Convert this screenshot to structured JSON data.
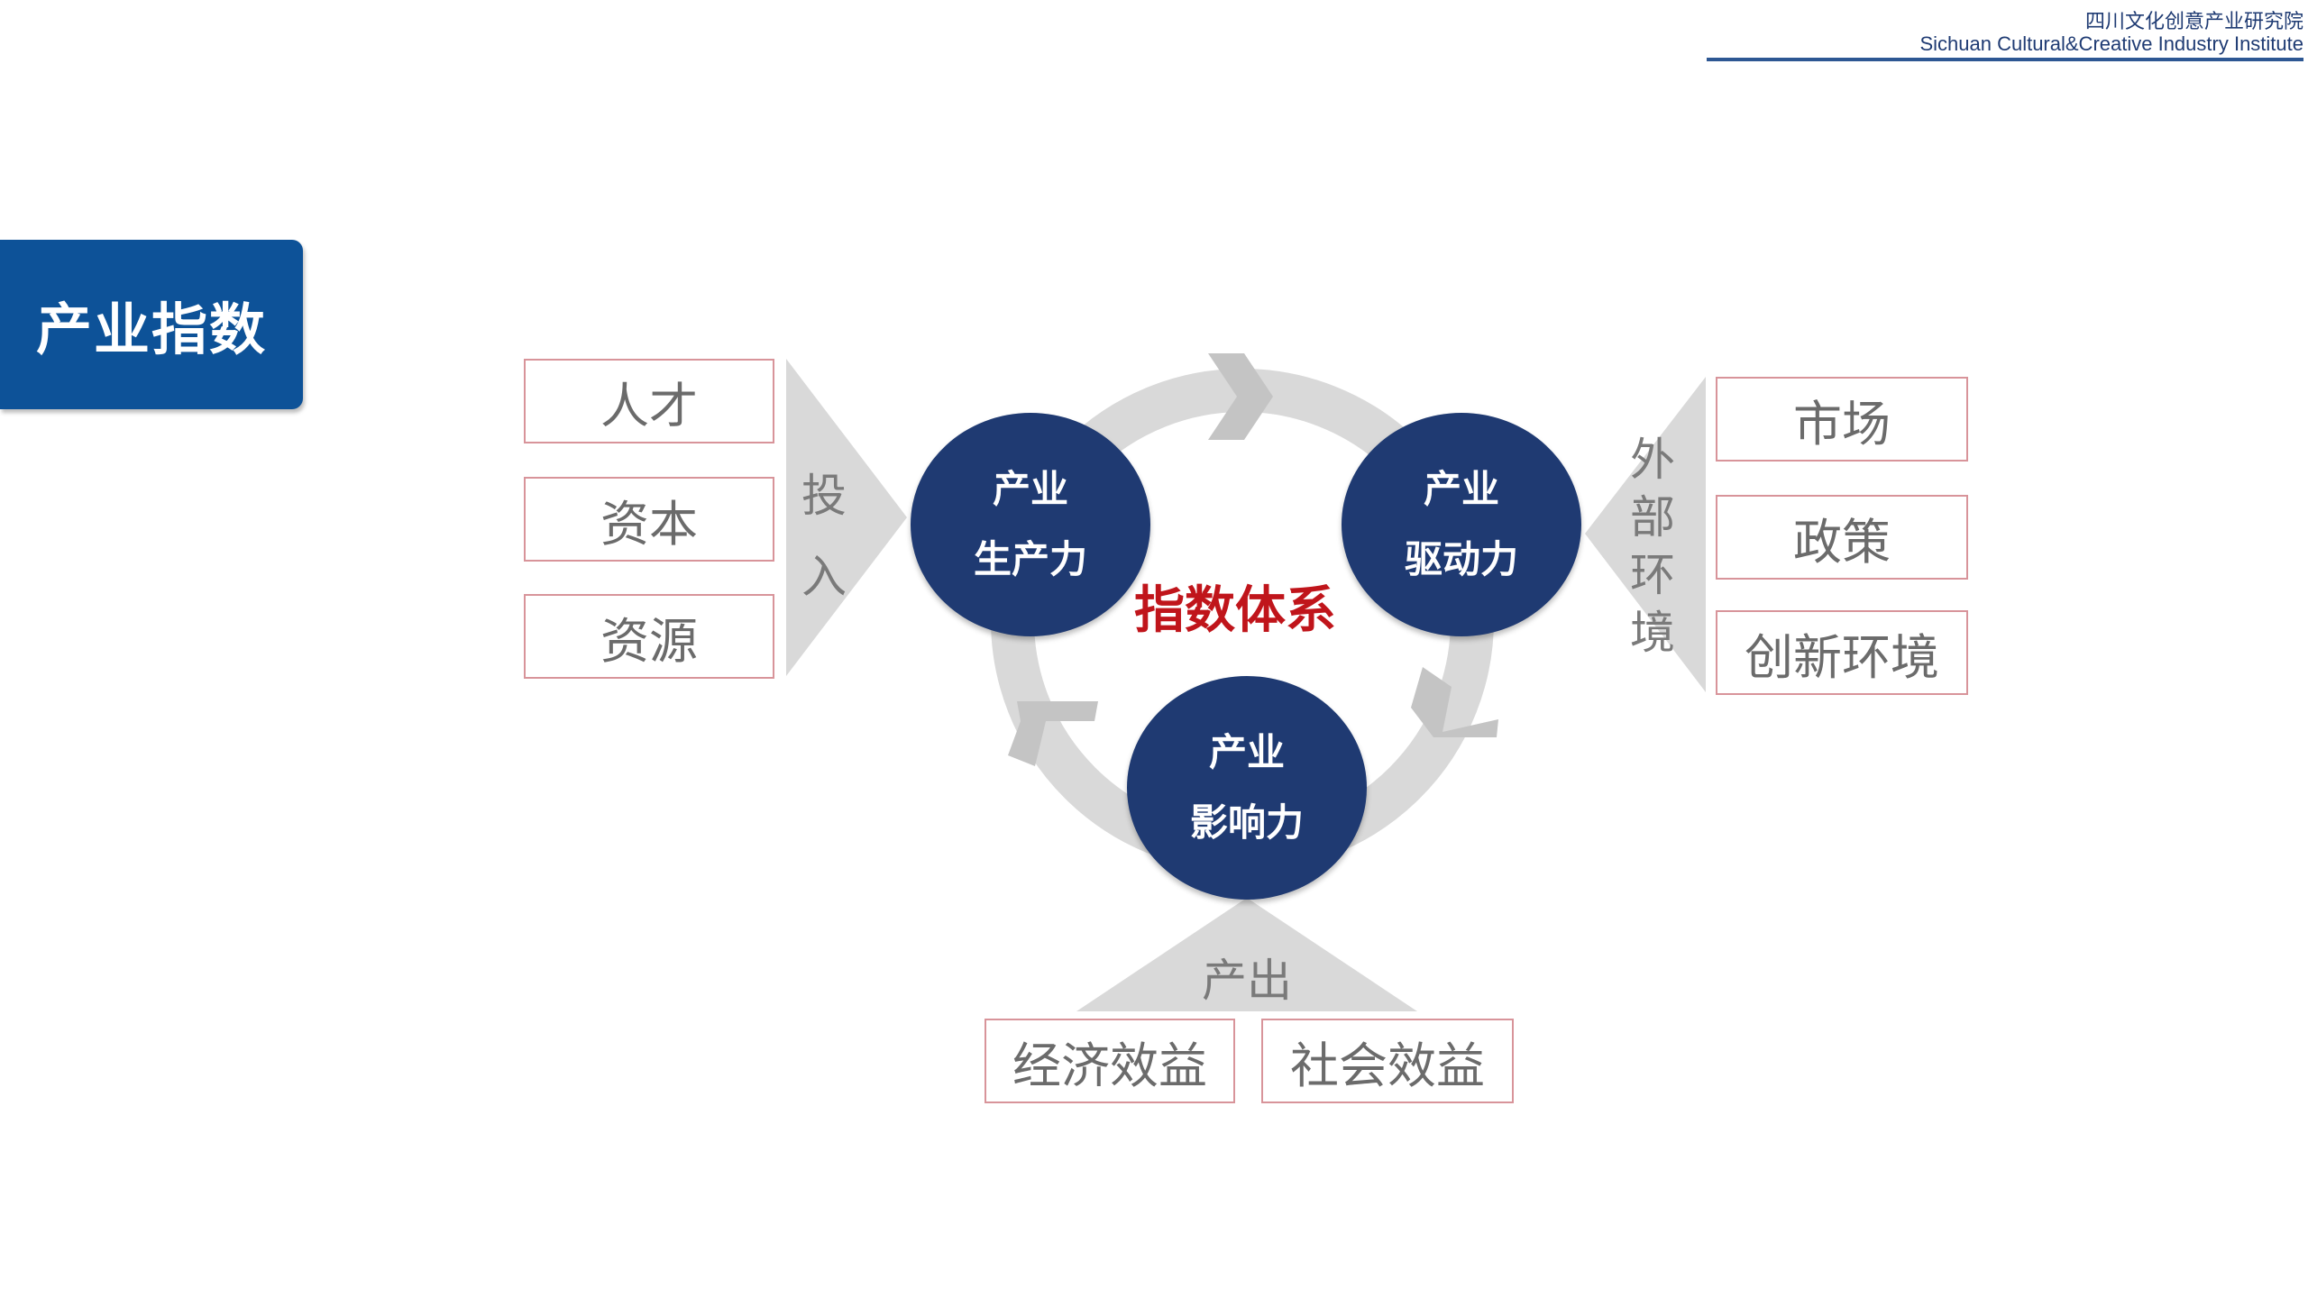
{
  "header": {
    "org_cn": "四川文化创意产业研究院",
    "org_en": "Sichuan Cultural&Creative Industry Institute"
  },
  "title": "产业指数",
  "center_label": "指数体系",
  "inputs": {
    "label_chars": [
      "投",
      "入"
    ],
    "items": [
      "人才",
      "资本",
      "资源"
    ]
  },
  "environment": {
    "label_chars": [
      "外",
      "部",
      "环",
      "境"
    ],
    "items": [
      "市场",
      "政策",
      "创新环境"
    ]
  },
  "outputs": {
    "label": "产出",
    "items": [
      "经济效益",
      "社会效益"
    ]
  },
  "circles": {
    "productivity": [
      "产业",
      "生产力"
    ],
    "driving_force": [
      "产业",
      "驱动力"
    ],
    "influence": [
      "产业",
      "影响力"
    ]
  },
  "colors": {
    "navy": "#1f3a72",
    "title_blue": "#0d5298",
    "accent_red": "#c0151b",
    "box_border": "#d8949a",
    "gray_shape": "#d9d9d9"
  }
}
